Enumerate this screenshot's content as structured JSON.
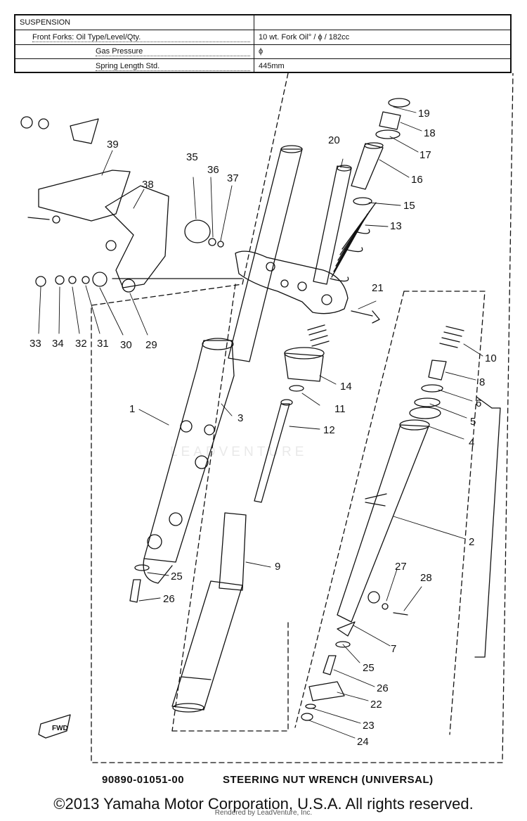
{
  "spec_table": {
    "heading": "SUSPENSION",
    "rows": [
      {
        "item": "Front Forks:  Oil Type/Level/Qty.",
        "value": "10 wt. Fork Oil° / ϕ / 182cc"
      },
      {
        "item": "Gas Pressure",
        "value": "ϕ"
      },
      {
        "item": "Spring Length Std.",
        "value": "445mm"
      }
    ]
  },
  "callouts": [
    "1",
    "2",
    "3",
    "4",
    "5",
    "6",
    "7",
    "8",
    "9",
    "10",
    "11",
    "12",
    "13",
    "14",
    "15",
    "16",
    "17",
    "18",
    "19",
    "20",
    "21",
    "22",
    "23",
    "24",
    "25",
    "25",
    "26",
    "26",
    "27",
    "28",
    "29",
    "30",
    "31",
    "32",
    "33",
    "34",
    "35",
    "36",
    "37",
    "38",
    "39"
  ],
  "fwd_label": "FWD",
  "watermark": "LEADVENTURE",
  "special_tool": {
    "part_number": "90890-01051-00",
    "name": "STEERING NUT WRENCH (UNIVERSAL)"
  },
  "copyright": "©2013 Yamaha Motor Corporation, U.S.A. All rights reserved.",
  "rendered_by": "Rendered by LeadVenture, Inc."
}
